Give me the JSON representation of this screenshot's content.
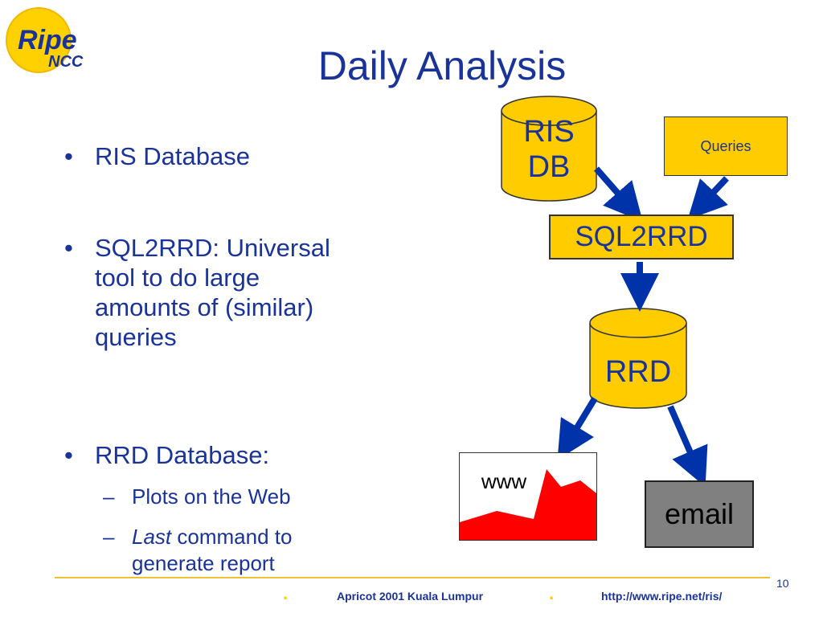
{
  "logo": {
    "text_main": "Ripe",
    "text_sub": "NCC"
  },
  "title": "Daily Analysis",
  "bullets": [
    {
      "marker": "•",
      "text": "RIS Database"
    },
    {
      "marker": "•",
      "lines": [
        "SQL2RRD: Universal",
        "tool to do large",
        "amounts of (similar)",
        "queries"
      ]
    },
    {
      "marker": "•",
      "text": "RRD Database:",
      "subs": [
        {
          "marker": "–",
          "text": "Plots on the Web"
        },
        {
          "marker": "–",
          "italic": "Last",
          "rest": " command to",
          "line2": "generate report"
        }
      ]
    }
  ],
  "diagram": {
    "ris_db": {
      "line1": "RIS",
      "line2": "DB"
    },
    "queries": "Queries",
    "sql2rrd": "SQL2RRD",
    "rrd": "RRD",
    "www": "www",
    "email": "email"
  },
  "footer": {
    "page_number": "10",
    "event": "Apricot 2001 Kuala Lumpur",
    "url": "http://www.ripe.net/ris/",
    "dot": "."
  },
  "colors": {
    "title_blue": "#1a3399",
    "cylinder_yellow": "#ffcc00",
    "arrow_blue": "#0033aa",
    "chart_red": "#ff0000",
    "email_grey": "#808080",
    "footer_line": "#f0c030"
  }
}
